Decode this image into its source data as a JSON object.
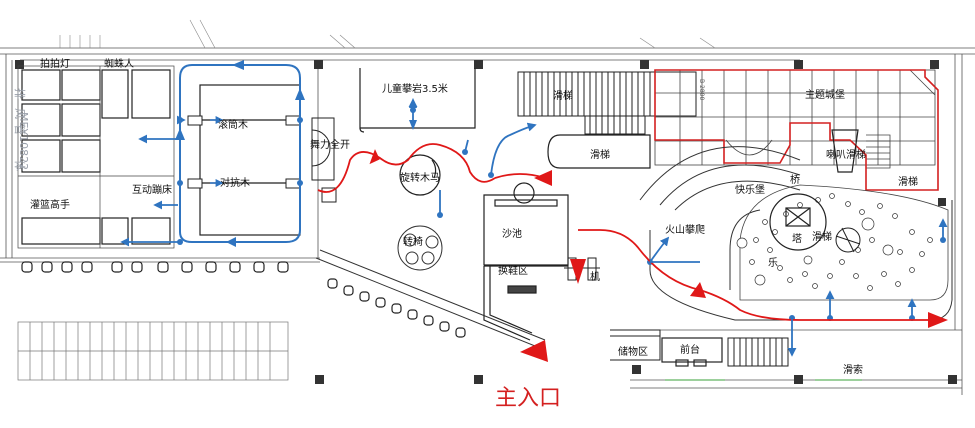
{
  "labels": {
    "pai_pai_deng": "拍拍灯",
    "spider_man": "蜘蛛人",
    "gun_tong_mu": "滚筒木",
    "dui_kang_mu": "对抗木",
    "hu_dong_beng_chuang": "互动蹦床",
    "guan_lan_gao_shou": "灌篮高手",
    "er_tong_pan_yan": "儿童攀岩3.5米",
    "wu_li_quan_kai": "舞力全开",
    "xuan_zhuan_mu_ma": "旋转木马",
    "zhuan_yi": "转椅",
    "sha_chi": "沙池",
    "huan_xie_qu": "换鞋区",
    "ji": "机",
    "slide_top": "滑梯",
    "slide_mid": "滑梯",
    "slide_right": "滑梯",
    "slide_tower": "滑梯",
    "zhu_ti_cheng_bao": "主题城堡",
    "la_ba_hua_ti": "喇叭滑梯",
    "kuai_le_bao": "快乐堡",
    "qiao": "桥",
    "huo_shan_pan_pa": "火山攀爬",
    "ta": "塔",
    "hua_suo": "滑索",
    "chu_wu_qu": "储物区",
    "qian_tai": "前台",
    "zhu_ru_kou": "主入口",
    "le": "乐",
    "faint_pai": "排",
    "faint_fu": "风",
    "faint_pipe": "管",
    "faint_mech": "MEY10822",
    "faint_ti": "体",
    "small_dim": "B 2800"
  },
  "colors": {
    "flow_blue": "#2f74c0",
    "flow_red": "#e01818",
    "castle_outline": "#d42020",
    "wall_dark": "#222222",
    "line": "#555555"
  }
}
